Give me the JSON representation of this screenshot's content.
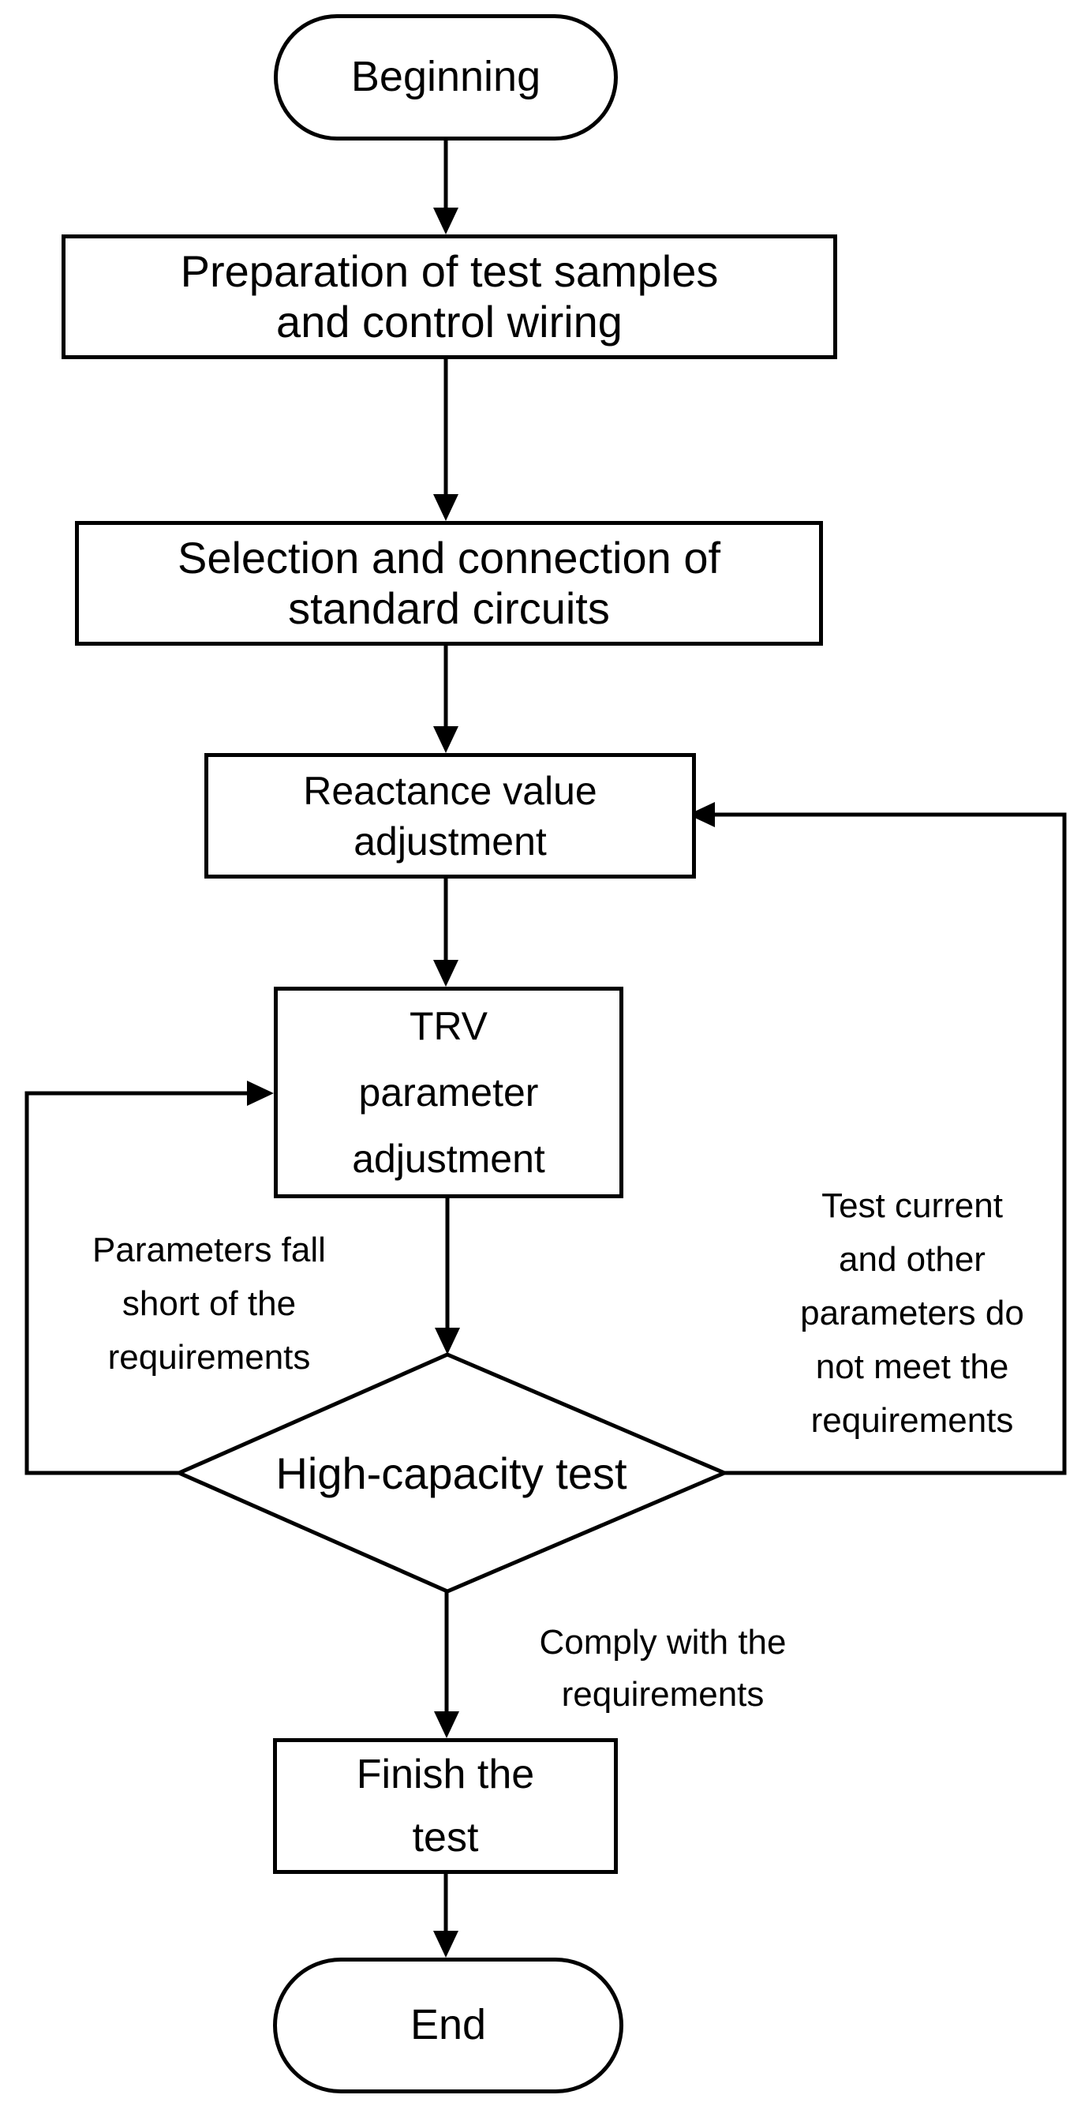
{
  "diagram": {
    "colors": {
      "stroke": "#000000",
      "background": "#ffffff"
    },
    "nodes": {
      "beginning": {
        "type": "terminator",
        "label": "Beginning"
      },
      "preparation": {
        "type": "process",
        "label": "Preparation of test samples\nand control wiring"
      },
      "selection": {
        "type": "process",
        "label": "Selection and connection of\nstandard circuits"
      },
      "reactance": {
        "type": "process",
        "label": "Reactance value\nadjustment"
      },
      "trv": {
        "type": "process",
        "label": "TRV\nparameter\nadjustment"
      },
      "decision": {
        "type": "decision",
        "label": "High-capacity test"
      },
      "finish": {
        "type": "process",
        "label": "Finish the\ntest"
      },
      "end": {
        "type": "terminator",
        "label": "End"
      }
    },
    "edge_labels": {
      "fail_left": "Parameters fall\nshort of the\nrequirements",
      "fail_right": "Test current\nand other\nparameters do\nnot meet the\nrequirements",
      "pass": "Comply with the\nrequirements"
    }
  }
}
